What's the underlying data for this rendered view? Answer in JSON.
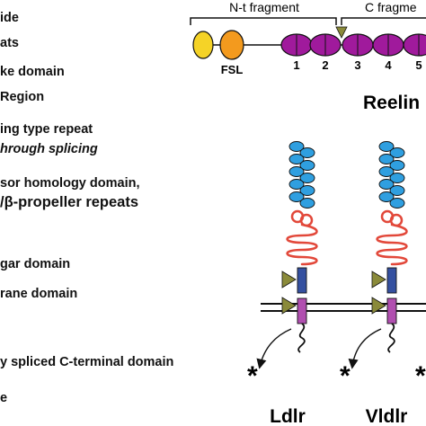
{
  "legend": {
    "items": [
      {
        "text": "ide",
        "style": "normal"
      },
      {
        "text": "ats",
        "style": "normal"
      },
      {
        "text": "ke domain",
        "style": "normal"
      },
      {
        "text": "Region",
        "style": "normal"
      },
      {
        "text": "ing type repeat",
        "style": "normal"
      },
      {
        "text": "hrough splicing",
        "style": "italic"
      },
      {
        "text": "sor homology domain,",
        "style": "normal"
      },
      {
        "text": "/β-propeller repeats",
        "style": "big"
      },
      {
        "text": "gar domain",
        "style": "normal"
      },
      {
        "text": "rane domain",
        "style": "normal"
      },
      {
        "text": "y spliced C-terminal domain",
        "style": "normal"
      },
      {
        "text": "e",
        "style": "normal"
      }
    ]
  },
  "reelin": {
    "name": "Reelin",
    "nt_fragment_label": "N-t fragment",
    "ct_fragment_label": "C fragme",
    "fsl_label": "FSL",
    "repeat_numbers": [
      "1",
      "2",
      "3",
      "4",
      "5"
    ]
  },
  "receptors": [
    {
      "name": "Ldlr",
      "asterisk": "*"
    },
    {
      "name": "Vldlr",
      "asterisk": "*"
    }
  ],
  "trailing_asterisk": "*",
  "colors": {
    "signal_peptide": "#f5d327",
    "fsl_domain": "#f39a1e",
    "reelin_repeat": "#a01a9c",
    "egf_repeat": "#2f9fe0",
    "propeller": "#e2483a",
    "o_sugar_block": "#3450a0",
    "transmembrane": "#b14fb0",
    "cleavage_arrow": "#8a8a3a"
  }
}
